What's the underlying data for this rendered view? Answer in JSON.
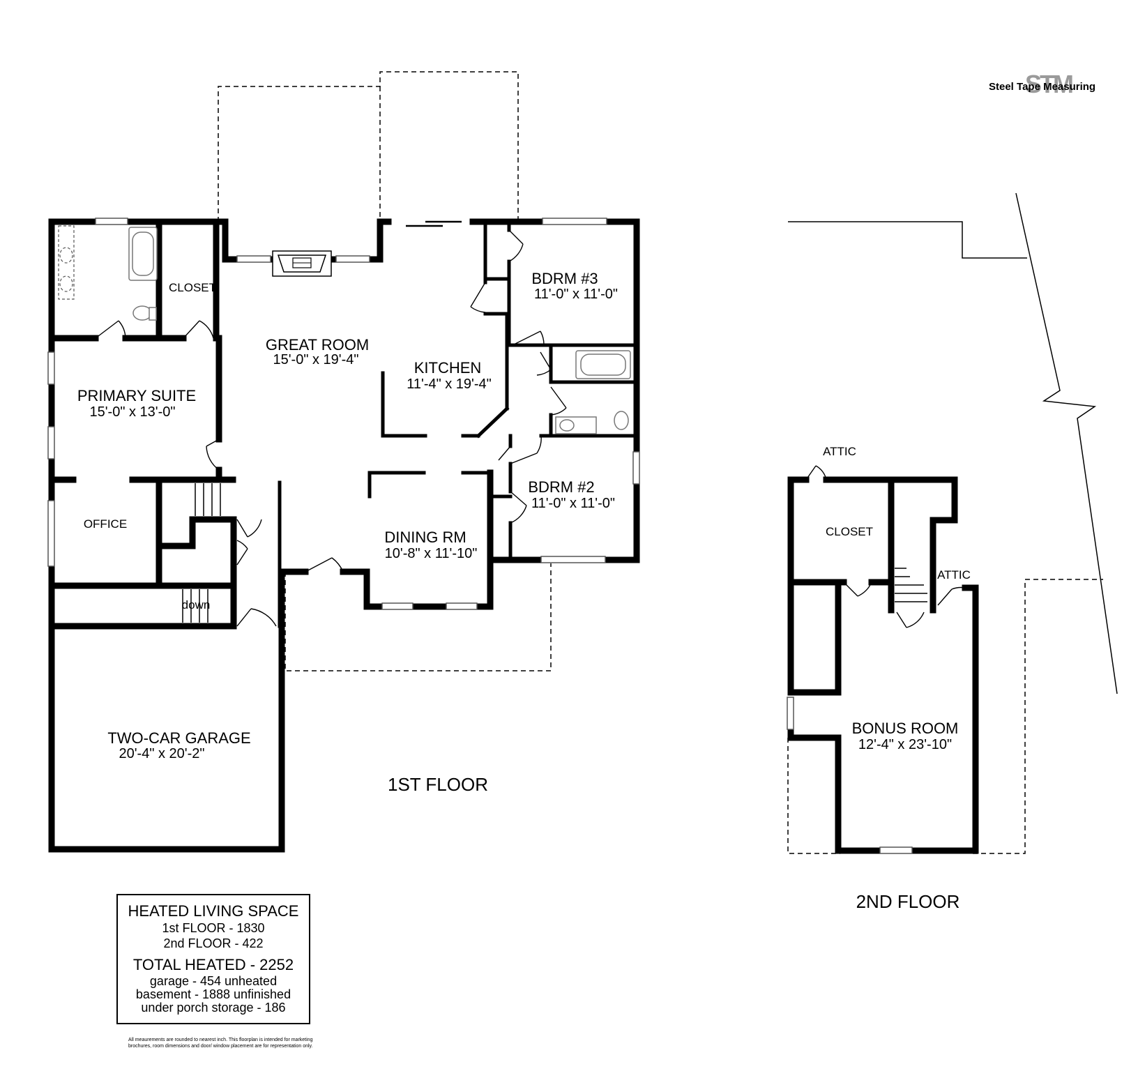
{
  "logo": {
    "mark": "STM",
    "text": "Steel Tape Measuring"
  },
  "floors": {
    "first": "1ST FLOOR",
    "second": "2ND FLOOR"
  },
  "rooms": {
    "great_room": {
      "name": "GREAT ROOM",
      "dims": "15'-0\" x 19'-4\""
    },
    "kitchen": {
      "name": "KITCHEN",
      "dims": "11'-4\" x 19'-4\""
    },
    "bdrm3": {
      "name": "BDRM #3",
      "dims": "11'-0\" x 11'-0\""
    },
    "bdrm2": {
      "name": "BDRM #2",
      "dims": "11'-0\" x 11'-0\""
    },
    "primary_suite": {
      "name": "PRIMARY SUITE",
      "dims": "15'-0\" x 13'-0\""
    },
    "closet_1": {
      "name": "CLOSET"
    },
    "office": {
      "name": "OFFICE"
    },
    "dining": {
      "name": "DINING RM",
      "dims": "10'-8\" x 11'-10\""
    },
    "garage": {
      "name": "TWO-CAR GARAGE",
      "dims": "20'-4\" x 20'-2\""
    },
    "stairs_down": {
      "name": "down"
    },
    "closet_2": {
      "name": "CLOSET"
    },
    "attic_1": {
      "name": "ATTIC"
    },
    "attic_2": {
      "name": "ATTIC"
    },
    "bonus": {
      "name": "BONUS ROOM",
      "dims": "12'-4\" x 23'-10\""
    }
  },
  "summary": {
    "heading": "HEATED LIVING SPACE",
    "first_floor": "1st FLOOR - 1830",
    "second_floor": "2nd FLOOR - 422",
    "total": "TOTAL HEATED - 2252",
    "garage": "garage - 454 unheated",
    "basement": "basement - 1888 unfinished",
    "porch": "under porch storage - 186"
  },
  "disclaimer": "All meaurements are rounded to nearest inch. This floorplan is intended for marketing brochures, room dimensions and door/ window placement are for representation only."
}
